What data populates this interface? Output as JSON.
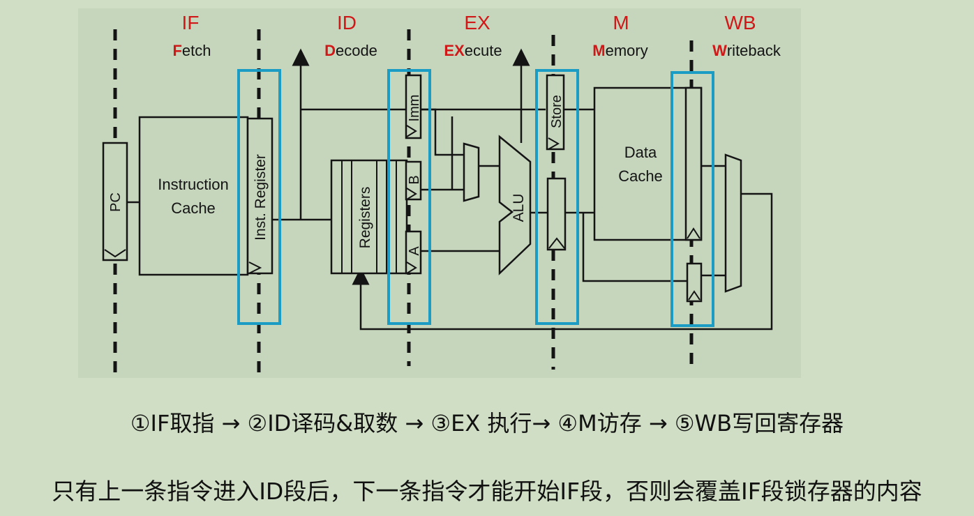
{
  "stages": [
    {
      "abbr": "IF",
      "first": "F",
      "rest": "etch"
    },
    {
      "abbr": "ID",
      "first": "D",
      "rest": "ecode"
    },
    {
      "abbr": "EX",
      "first": "EX",
      "rest": "ecute"
    },
    {
      "abbr": "M",
      "first": "M",
      "rest": "emory"
    },
    {
      "abbr": "WB",
      "first": "W",
      "rest": "riteback"
    }
  ],
  "blocks": {
    "pc": "PC",
    "icache_line1": "Instruction",
    "icache_line2": "Cache",
    "inst_register": "Inst. Register",
    "registers": "Registers",
    "imm": "Imm",
    "b": "B",
    "a": "A",
    "alu": "ALU",
    "store": "Store",
    "dcache_line1": "Data",
    "dcache_line2": "Cache"
  },
  "caption": "①IF取指 → ②ID译码&取数 → ③EX 执行→ ④M访存 → ⑤WB写回寄存器",
  "note": "只有上一条指令进入ID段后，下一条指令才能开始IF段，否则会覆盖IF段锁存器的内容",
  "colors": {
    "background": "#cfdec4",
    "diagram_bg": "#c9d8c0",
    "stage_red": "#d01818",
    "highlight": "#1a9cc4",
    "ink": "#141414"
  }
}
